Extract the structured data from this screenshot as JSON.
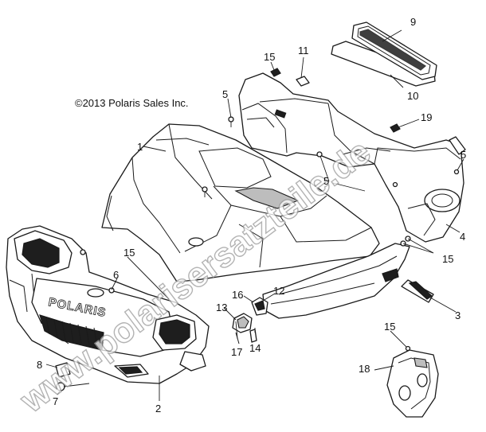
{
  "copyright": "©2013 Polaris Sales Inc.",
  "watermark": "www.polarisersatzteile.de",
  "grille_logo": "POLARIS",
  "callouts": [
    {
      "id": "c1",
      "label": "1"
    },
    {
      "id": "c2",
      "label": "2"
    },
    {
      "id": "c3",
      "label": "3"
    },
    {
      "id": "c4",
      "label": "4"
    },
    {
      "id": "c5a",
      "label": "5"
    },
    {
      "id": "c5b",
      "label": "5"
    },
    {
      "id": "c5c",
      "label": "5"
    },
    {
      "id": "c6",
      "label": "6"
    },
    {
      "id": "c7",
      "label": "7"
    },
    {
      "id": "c8",
      "label": "8"
    },
    {
      "id": "c9",
      "label": "9"
    },
    {
      "id": "c10",
      "label": "10"
    },
    {
      "id": "c11",
      "label": "11"
    },
    {
      "id": "c12",
      "label": "12"
    },
    {
      "id": "c13",
      "label": "13"
    },
    {
      "id": "c14",
      "label": "14"
    },
    {
      "id": "c15a",
      "label": "15"
    },
    {
      "id": "c15b",
      "label": "15"
    },
    {
      "id": "c15c",
      "label": "15"
    },
    {
      "id": "c15d",
      "label": "15"
    },
    {
      "id": "c16",
      "label": "16"
    },
    {
      "id": "c17",
      "label": "17"
    },
    {
      "id": "c18",
      "label": "18"
    },
    {
      "id": "c19",
      "label": "19"
    }
  ]
}
